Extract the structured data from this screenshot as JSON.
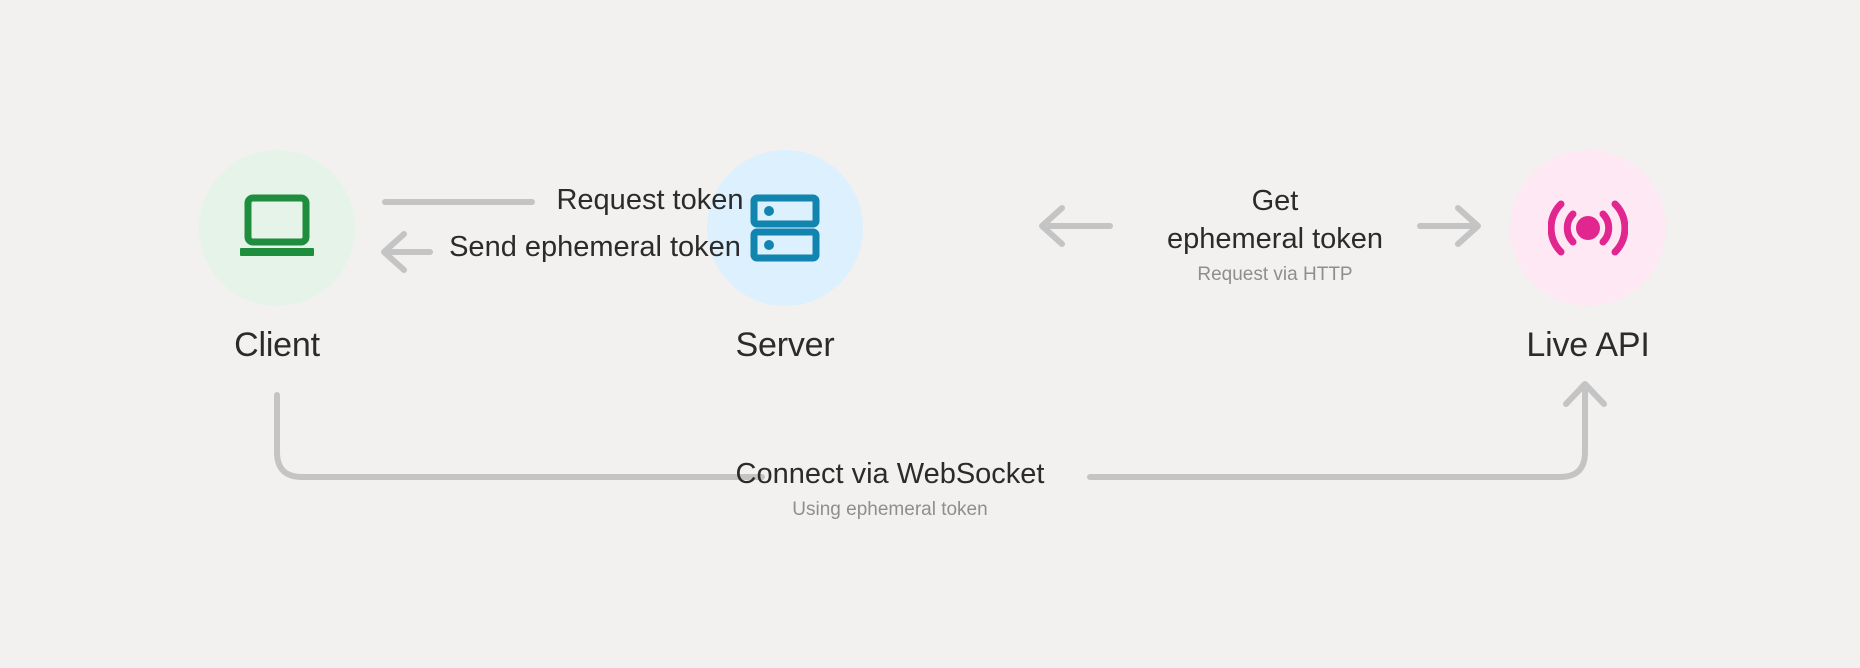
{
  "diagram": {
    "title": "Ephemeral token authentication flow",
    "background_color": "#f2f1ef",
    "nodes": [
      {
        "id": "client",
        "label": "Client",
        "icon": "laptop-icon",
        "circle_color": "#e5f3e8",
        "icon_color": "#1e8e3e"
      },
      {
        "id": "server",
        "label": "Server",
        "icon": "server-icon",
        "circle_color": "#ddf0fd",
        "icon_color": "#1184b0"
      },
      {
        "id": "live-api",
        "label": "Live API",
        "icon": "broadcast-signal-icon",
        "circle_color": "#fde8f3",
        "icon_color": "#e1268f"
      }
    ],
    "connections": [
      {
        "id": "request-token",
        "label": "Request token",
        "sublabel": "",
        "direction": "right",
        "from": "client",
        "to": "server"
      },
      {
        "id": "send-ephemeral-token",
        "label": "Send ephemeral token",
        "sublabel": "",
        "direction": "left",
        "from": "server",
        "to": "client"
      },
      {
        "id": "get-ephemeral-token",
        "label": "Get\nephemeral token",
        "label_line1": "Get",
        "label_line2": "ephemeral token",
        "sublabel": "Request via HTTP",
        "direction": "both",
        "from": "server",
        "to": "live-api"
      },
      {
        "id": "connect-websocket",
        "label": "Connect via WebSocket",
        "sublabel": "Using ephemeral token",
        "direction": "right",
        "from": "client",
        "to": "live-api"
      }
    ],
    "colors": {
      "connector_line": "#c4c4c4",
      "text_primary": "#2b2b2b",
      "text_secondary": "#8e8e8e"
    }
  }
}
